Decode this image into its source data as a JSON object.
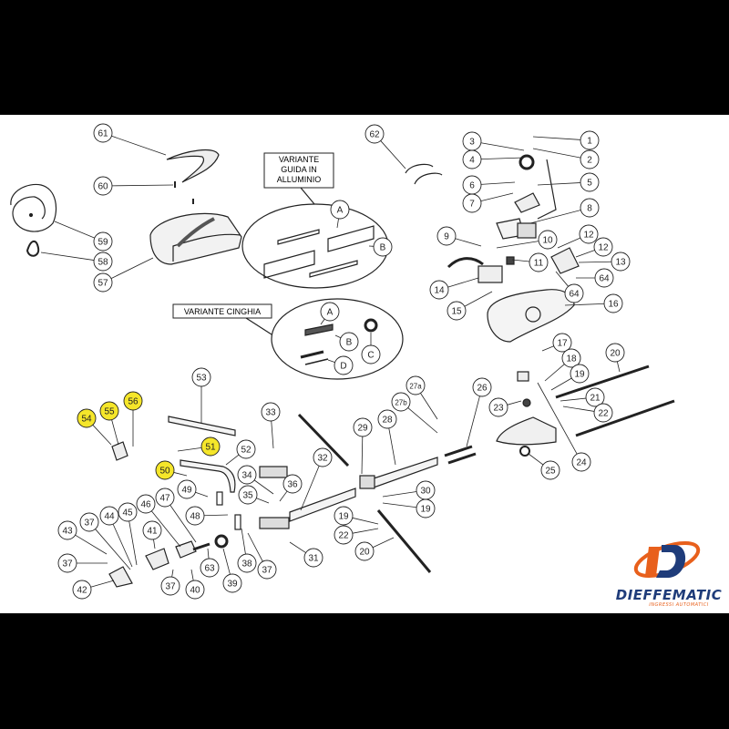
{
  "diagram": {
    "variant_boxes": {
      "aluminium_guide": [
        "VARIANTE",
        "GUIDA IN",
        "ALLUMINIO"
      ],
      "belt": "VARIANTE CINGHIA"
    },
    "callouts": [
      "61",
      "60",
      "59",
      "58",
      "57",
      "62",
      "3",
      "4",
      "6",
      "7",
      "1",
      "2",
      "5",
      "8",
      "9",
      "10",
      "12",
      "12",
      "11",
      "13",
      "64",
      "64",
      "14",
      "15",
      "16",
      "A",
      "B",
      "A",
      "B",
      "C",
      "D",
      "17",
      "18",
      "19",
      "20",
      "21",
      "22",
      "23",
      "24",
      "25",
      "27a",
      "27b",
      "26",
      "28",
      "29",
      "30",
      "19",
      "19",
      "22",
      "20",
      "53",
      "33",
      "32",
      "52",
      "51",
      "50",
      "54",
      "55",
      "56",
      "34",
      "36",
      "35",
      "49",
      "47",
      "46",
      "41",
      "48",
      "45",
      "44",
      "37",
      "43",
      "37",
      "42",
      "37",
      "40",
      "63",
      "39",
      "38",
      "37",
      "31"
    ],
    "highlighted_callouts": [
      "54",
      "55",
      "56",
      "51",
      "50"
    ],
    "highlight_color": "#f5e62a"
  },
  "logo": {
    "brand": "DIEFFEMATIC",
    "tagline": "INGRESSI AUTOMATICI",
    "colors": {
      "navy": "#1f3c7a",
      "orange": "#e8601c"
    }
  }
}
